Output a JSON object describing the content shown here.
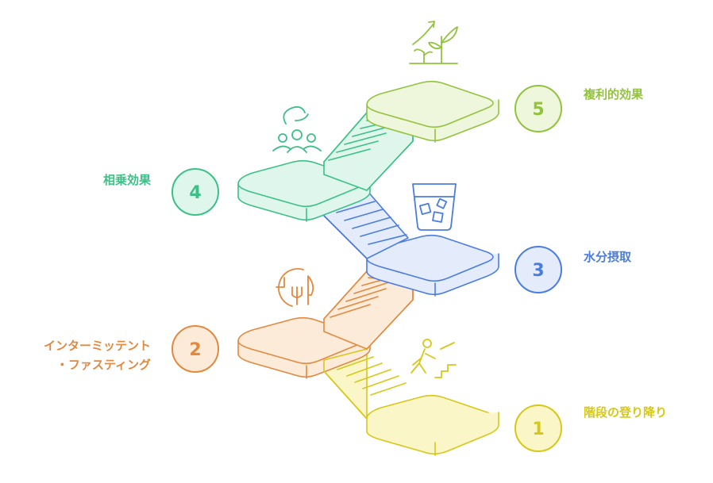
{
  "colors": {
    "step1": "#d6c818",
    "step1_fill": "#fbf6c8",
    "step2": "#e3893f",
    "step2_fill": "#fdebd9",
    "step3": "#4b7de0",
    "step3_fill": "#e4ecfb",
    "step4": "#3cc088",
    "step4_fill": "#dff6ec",
    "step5": "#93c23e",
    "step5_fill": "#eef6db"
  },
  "steps": [
    {
      "number": "1",
      "label": "階段の登り降り",
      "icon": "stair-climbing-person-icon"
    },
    {
      "number": "2",
      "label_line1": "インターミッテント",
      "label_line2": "・ファスティング",
      "icon": "clock-fork-knife-icon"
    },
    {
      "number": "3",
      "label": "水分摂取",
      "icon": "glass-of-water-icon"
    },
    {
      "number": "4",
      "label": "相乗効果",
      "icon": "people-with-arrows-icon"
    },
    {
      "number": "5",
      "label": "複利的効果",
      "icon": "growing-plant-icon"
    }
  ]
}
